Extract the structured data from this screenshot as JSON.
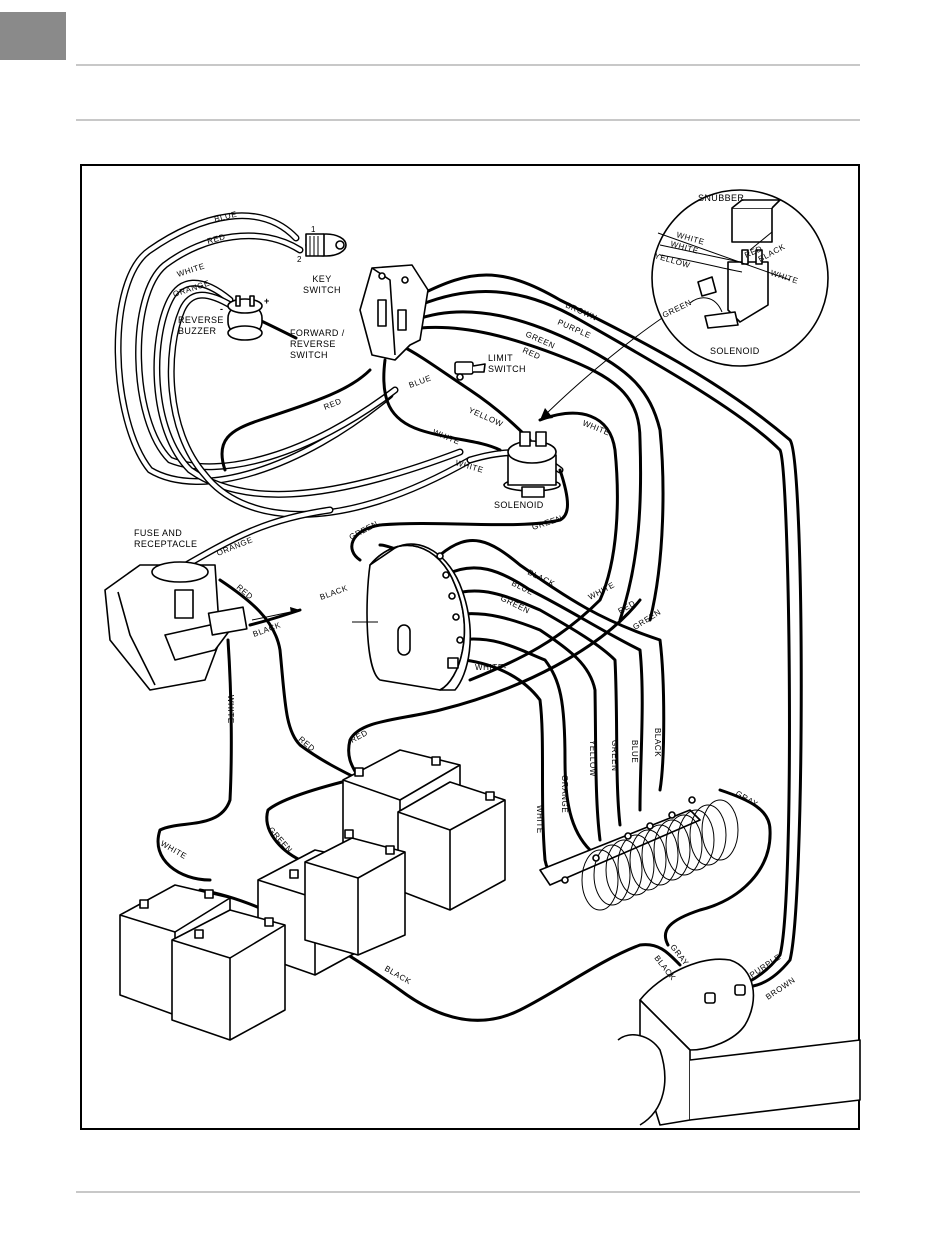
{
  "components": {
    "key_switch": "KEY\nSWITCH",
    "reverse_buzzer": "REVERSE\nBUZZER",
    "forward_reverse_switch": "FORWARD /\nREVERSE\nSWITCH",
    "limit_switch": "LIMIT\nSWITCH",
    "solenoid": "SOLENOID",
    "snubber": "SNUBBER",
    "solenoid_detail": "SOLENOID",
    "fuse_and_receptacle": "FUSE AND\nRECEPTACLE"
  },
  "terminals": {
    "key_1": "1",
    "key_2": "2",
    "buzzer_minus": "-",
    "buzzer_plus": "+"
  },
  "wires": {
    "blue": "BLUE",
    "red": "RED",
    "white": "WHITE",
    "orange": "ORANGE",
    "brown": "BROWN",
    "purple": "PURPLE",
    "green": "GREEN",
    "yellow": "YELLOW",
    "black": "BLACK",
    "gray": "GRAY",
    "white_dash": "WHITE-"
  },
  "colors": {
    "page_bg": "#ffffff",
    "ink": "#000000",
    "header_box": "#8a8a8a",
    "rule": "#c8c8c8"
  }
}
